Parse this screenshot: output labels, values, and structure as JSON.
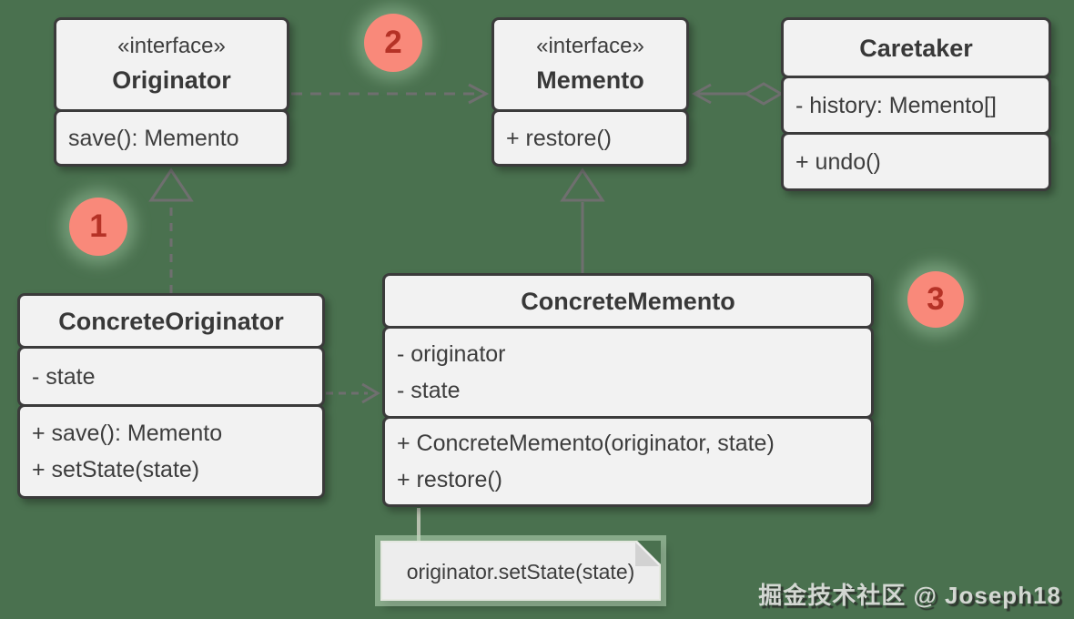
{
  "diagram": {
    "pattern_name": "Memento",
    "background_color": "#4a714f",
    "box_fill": "#f2f2f2",
    "box_border_color": "#3b3b3b",
    "arrow_color": "#6f6f6f",
    "badge_fill": "#f9897a",
    "badge_number_color": "#b53226"
  },
  "classes": {
    "originator": {
      "stereotype": "«interface»",
      "name": "Originator",
      "methods": [
        "save(): Memento"
      ]
    },
    "memento": {
      "stereotype": "«interface»",
      "name": "Memento",
      "methods": [
        "+ restore()"
      ]
    },
    "caretaker": {
      "name": "Caretaker",
      "attributes": [
        "- history: Memento[]"
      ],
      "methods": [
        "+ undo()"
      ]
    },
    "concrete_originator": {
      "name": "ConcreteOriginator",
      "attributes": [
        "- state"
      ],
      "methods": [
        "+ save(): Memento",
        "+ setState(state)"
      ]
    },
    "concrete_memento": {
      "name": "ConcreteMemento",
      "attributes": [
        "- originator",
        "- state"
      ],
      "methods": [
        "+ ConcreteMemento(originator, state)",
        "+ restore()"
      ]
    }
  },
  "badges": [
    {
      "label": "1"
    },
    {
      "label": "2"
    },
    {
      "label": "3"
    }
  ],
  "note": {
    "text": "originator.setState(state)"
  },
  "watermark": {
    "text": "掘金技术社区 @ Joseph18"
  },
  "relationships": [
    {
      "from": "ConcreteOriginator",
      "to": "Originator",
      "type": "realization",
      "line": "dashed"
    },
    {
      "from": "Originator",
      "to": "Memento",
      "type": "dependency",
      "line": "dashed"
    },
    {
      "from": "Caretaker",
      "to": "Memento",
      "type": "aggregation",
      "line": "solid"
    },
    {
      "from": "ConcreteMemento",
      "to": "Memento",
      "type": "realization",
      "line": "solid"
    },
    {
      "from": "ConcreteOriginator",
      "to": "ConcreteMemento",
      "type": "dependency",
      "line": "dashed"
    }
  ]
}
